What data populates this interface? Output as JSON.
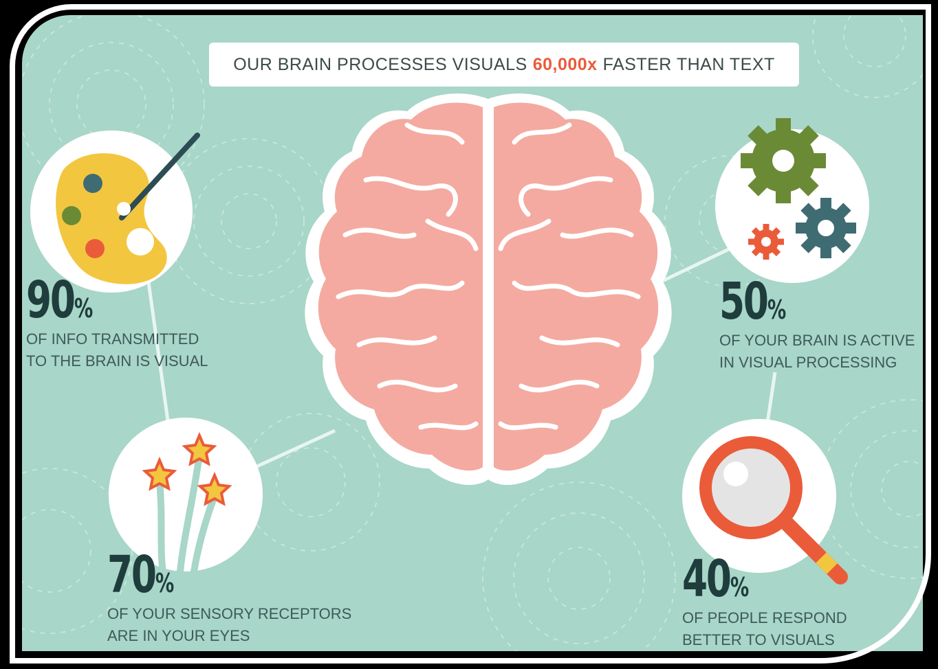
{
  "title": {
    "before": "OUR BRAIN PROCESSES VISUALS",
    "highlight": "60,000x",
    "after": "FASTER THAN TEXT",
    "highlight_color": "#ea5b3a"
  },
  "stats": [
    {
      "number": "90",
      "suffix": "%",
      "line1": "OF INFO TRANSMITTED",
      "line2": "TO THE BRAIN IS VISUAL",
      "icon": "palette-icon"
    },
    {
      "number": "50",
      "suffix": "%",
      "line1": "OF YOUR BRAIN IS ACTIVE",
      "line2": "IN VISUAL PROCESSING",
      "icon": "gears-icon"
    },
    {
      "number": "70",
      "suffix": "%",
      "line1": "OF YOUR SENSORY RECEPTORS",
      "line2": "ARE IN YOUR EYES",
      "icon": "flowers-icon"
    },
    {
      "number": "40",
      "suffix": "%",
      "line1": "OF PEOPLE RESPOND",
      "line2": "BETTER TO VISUALS",
      "icon": "magnifier-icon"
    }
  ],
  "colors": {
    "background": "#a8d6c8",
    "brain": "#f4aaa0",
    "text_dark": "#1f3d3d",
    "accent_orange": "#ea5b3a",
    "gear_green": "#6b8a35",
    "gear_teal": "#3f6b73"
  }
}
